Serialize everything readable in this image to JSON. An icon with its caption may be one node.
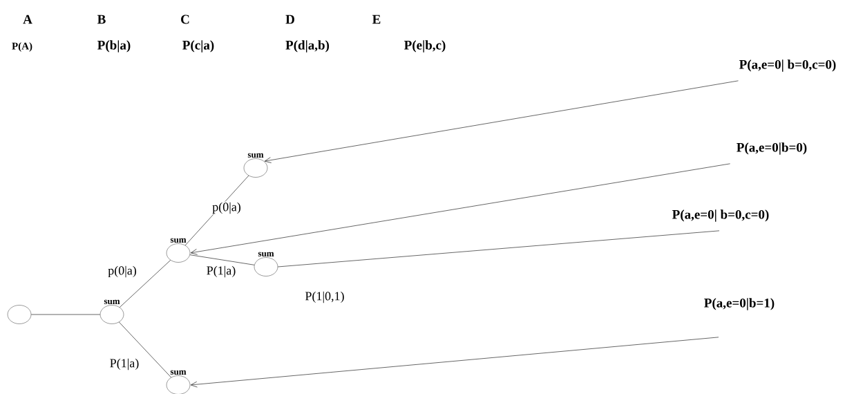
{
  "diagram": {
    "nodes": [
      {
        "text": [],
        "shape": "circle"
      },
      {
        "text": [
          "sum"
        ]
      },
      {
        "text": [
          "sum"
        ]
      },
      {
        "text": [
          "sum"
        ]
      },
      {
        "text": [
          "sum"
        ],
        "beside": [
          "P(1|0,1)"
        ]
      },
      {
        "text": [
          "sum"
        ]
      },
      {
        "text": [
          "P(a,e=0| b=0,c=0)"
        ]
      },
      {
        "text": [
          "P(a,e=0|b=0)"
        ]
      },
      {
        "text": [
          "P(a,e=0| b=0,c=0)"
        ]
      },
      {
        "text": [
          "P(a,e=0|b=1)"
        ]
      }
    ],
    "edges": [
      {
        "from": 0,
        "to": 1,
        "arrow": "none"
      },
      {
        "from": 1,
        "to": 2,
        "arrow": "none",
        "label": "p(0|a)"
      },
      {
        "from": 2,
        "to": 3,
        "arrow": "none",
        "label": "p(0|a)"
      },
      {
        "from": 2,
        "to": 4,
        "arrow": "none",
        "label": "P(1|a)"
      },
      {
        "from": 1,
        "to": 5,
        "arrow": "none",
        "label": "P(1|a)"
      },
      {
        "from": 6,
        "to": 3,
        "arrow": "to"
      },
      {
        "from": 7,
        "to": 2,
        "arrow": "to"
      },
      {
        "from": 8,
        "to": 4,
        "arrow": "none"
      },
      {
        "from": 9,
        "to": 5,
        "arrow": "to"
      }
    ],
    "labels": [
      "A",
      "B",
      "C",
      "D",
      "E",
      "P(A)",
      "P(b|a)",
      "P(c|a)",
      "P(d|a,b)",
      "P(e|b,c)"
    ]
  }
}
